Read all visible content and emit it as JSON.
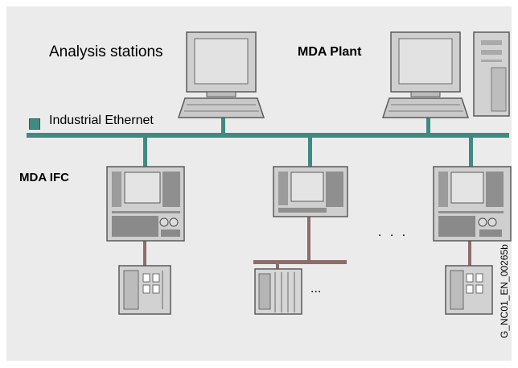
{
  "labels": {
    "analysis_stations": "Analysis stations",
    "mda_plant": "MDA Plant",
    "industrial_ethernet": "Industrial Ethernet",
    "mda_ifc": "MDA IFC",
    "ellipsis_nodes": ". . .",
    "ellipsis_io": "...",
    "figure_code": "G_NC01_EN_00265b"
  },
  "colors": {
    "background": "#ebebeb",
    "ethernet_bus": "#3f8a82",
    "device_link": "#8c6c6c",
    "device_gray": "#c9c9c9",
    "screen_gray": "#d8d8d8"
  },
  "icons": [
    "pc-workstation-icon",
    "server-tower-icon",
    "operator-panel-icon",
    "io-rack-icon",
    "plc-rack-icon"
  ]
}
